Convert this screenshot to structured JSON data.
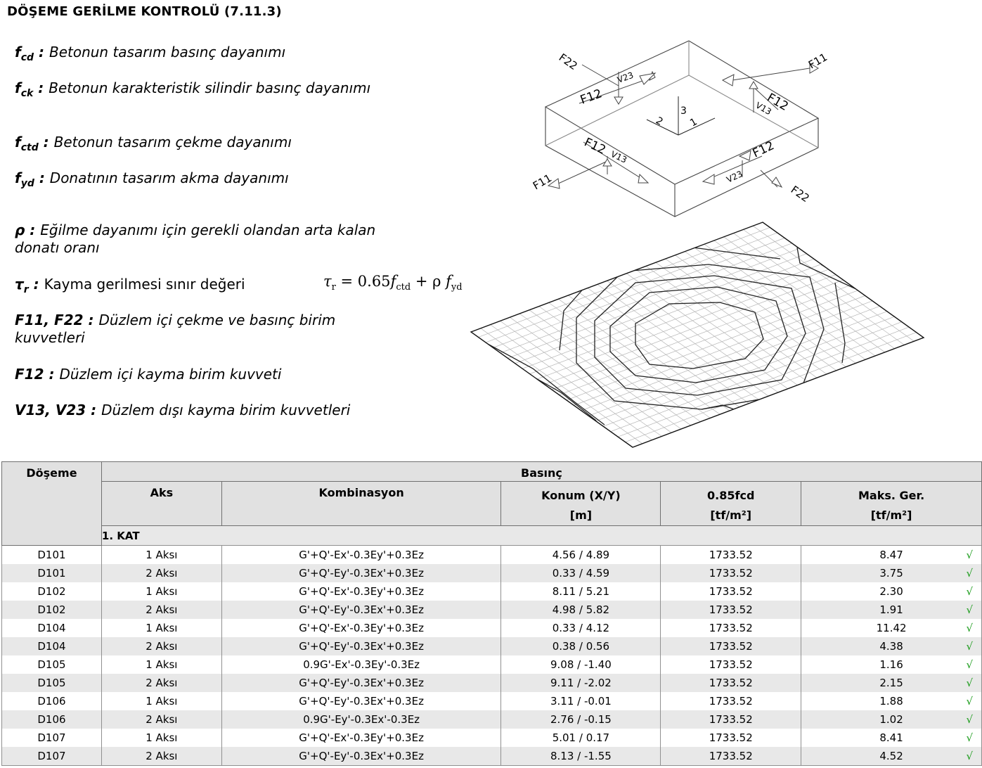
{
  "title": "DÖŞEME GERİLME KONTROLÜ  (7.11.3)",
  "definitions": [
    {
      "sym": "f",
      "sub": "cd",
      "sep": " : ",
      "text": "Betonun tasarım basınç dayanımı"
    },
    {
      "sym": "f",
      "sub": "ck",
      "sep": " : ",
      "text": "Betonun karakteristik silindir basınç dayanımı"
    },
    {
      "sym": "f",
      "sub": "ctd",
      "sep": " : ",
      "text": "Betonun tasarım çekme dayanımı"
    },
    {
      "sym": "f",
      "sub": "yd",
      "sep": " : ",
      "text": "Donatının tasarım akma dayanımı"
    },
    {
      "sym": "ρ",
      "sub": "",
      "sep": " : ",
      "text": "Eğilme dayanımı için gerekli olandan arta kalan donatı oranı"
    },
    {
      "sym": "τ",
      "sub": "r",
      "sep": " : ",
      "text": "Kayma gerilmesi sınır değeri"
    },
    {
      "sym": "F11, F22",
      "sub": "",
      "sep": " : ",
      "text": "Düzlem içi çekme ve basınç birim kuvvetleri"
    },
    {
      "sym": "F12",
      "sub": "",
      "sep": " : ",
      "text": "Düzlem içi kayma birim kuvveti"
    },
    {
      "sym": "V13, V23",
      "sub": "",
      "sep": " : ",
      "text": "Düzlem dışı kayma birim kuvvetleri"
    }
  ],
  "formula": {
    "lhs": "τ",
    "lhs_sub": "r",
    "eq": " = 0.65",
    "f1": "f",
    "f1_sub": "ctd",
    "plus": " + ρ ",
    "f2": "f",
    "f2_sub": "yd"
  },
  "figure": {
    "labels": [
      "F22",
      "F11",
      "F12",
      "F12",
      "F12",
      "F12",
      "V23",
      "V13",
      "V13",
      "V23",
      "F11",
      "F22",
      "1",
      "2",
      "3"
    ]
  },
  "table": {
    "header": {
      "doseme": "Döşeme",
      "group": "Basınç",
      "aks": "Aks",
      "komb": "Kombinasyon",
      "konum": "Konum (X/Y)",
      "konum_unit": "[m]",
      "fcd": "0.85fcd",
      "fcd_unit": "[tf/m²]",
      "maks": "Maks. Ger.",
      "maks_unit": "[tf/m²]"
    },
    "section": "1. KAT",
    "check_mark": "√",
    "rows": [
      {
        "doseme": "D101",
        "aks": "1 Aksı",
        "komb": "G'+Q'-Ex'-0.3Ey'+0.3Ez",
        "konum": "4.56 / 4.89",
        "fcd": "1733.52",
        "maks": "8.47"
      },
      {
        "doseme": "D101",
        "aks": "2 Aksı",
        "komb": "G'+Q'-Ey'-0.3Ex'+0.3Ez",
        "konum": "0.33 / 4.59",
        "fcd": "1733.52",
        "maks": "3.75"
      },
      {
        "doseme": "D102",
        "aks": "1 Aksı",
        "komb": "G'+Q'-Ex'-0.3Ey'+0.3Ez",
        "konum": "8.11 / 5.21",
        "fcd": "1733.52",
        "maks": "2.30"
      },
      {
        "doseme": "D102",
        "aks": "2 Aksı",
        "komb": "G'+Q'-Ey'-0.3Ex'+0.3Ez",
        "konum": "4.98 / 5.82",
        "fcd": "1733.52",
        "maks": "1.91"
      },
      {
        "doseme": "D104",
        "aks": "1 Aksı",
        "komb": "G'+Q'-Ex'-0.3Ey'+0.3Ez",
        "konum": "0.33 / 4.12",
        "fcd": "1733.52",
        "maks": "11.42"
      },
      {
        "doseme": "D104",
        "aks": "2 Aksı",
        "komb": "G'+Q'-Ey'-0.3Ex'+0.3Ez",
        "konum": "0.38 / 0.56",
        "fcd": "1733.52",
        "maks": "4.38"
      },
      {
        "doseme": "D105",
        "aks": "1 Aksı",
        "komb": "0.9G'-Ex'-0.3Ey'-0.3Ez",
        "konum": "9.08 / -1.40",
        "fcd": "1733.52",
        "maks": "1.16"
      },
      {
        "doseme": "D105",
        "aks": "2 Aksı",
        "komb": "G'+Q'-Ey'-0.3Ex'+0.3Ez",
        "konum": "9.11 / -2.02",
        "fcd": "1733.52",
        "maks": "2.15"
      },
      {
        "doseme": "D106",
        "aks": "1 Aksı",
        "komb": "G'+Q'-Ey'-0.3Ex'+0.3Ez",
        "konum": "3.11 / -0.01",
        "fcd": "1733.52",
        "maks": "1.88"
      },
      {
        "doseme": "D106",
        "aks": "2 Aksı",
        "komb": "0.9G'-Ey'-0.3Ex'-0.3Ez",
        "konum": "2.76 / -0.15",
        "fcd": "1733.52",
        "maks": "1.02"
      },
      {
        "doseme": "D107",
        "aks": "1 Aksı",
        "komb": "G'+Q'-Ex'-0.3Ey'+0.3Ez",
        "konum": "5.01 / 0.17",
        "fcd": "1733.52",
        "maks": "8.41"
      },
      {
        "doseme": "D107",
        "aks": "2 Aksı",
        "komb": "G'+Q'-Ey'-0.3Ex'+0.3Ez",
        "konum": "8.13 / -1.55",
        "fcd": "1733.52",
        "maks": "4.52"
      }
    ]
  }
}
